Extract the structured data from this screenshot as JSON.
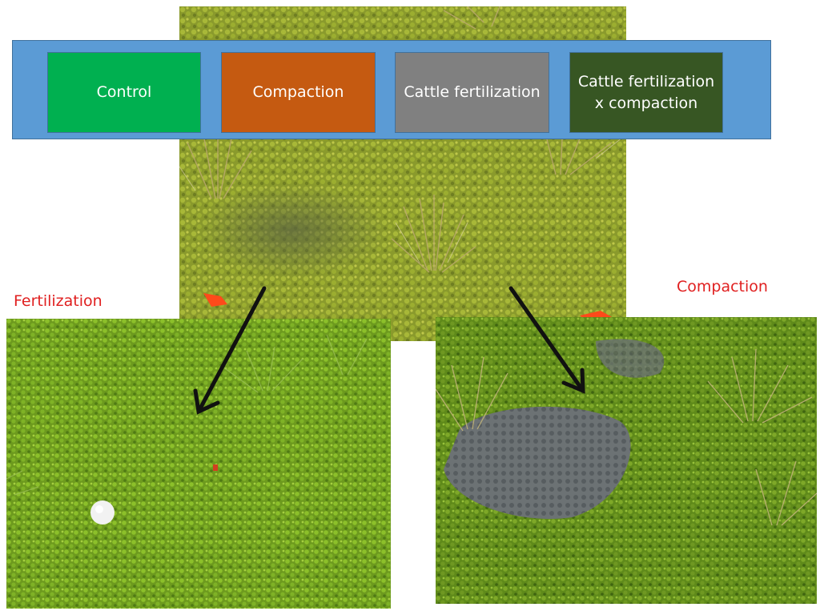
{
  "treatments": {
    "control": "Control",
    "compaction": "Compaction",
    "cattle_fertilization": "Cattle fertilization",
    "cattle_fertilization_compaction_line1": "Cattle fertilization",
    "cattle_fertilization_compaction_line2": "x compaction"
  },
  "captions": {
    "fertilization": "Fertilization",
    "compaction": "Compaction"
  },
  "colors": {
    "bar_bg": "#5b9bd5",
    "control": "#00b050",
    "compaction": "#c55a11",
    "cattle_fertilization": "#808080",
    "cattle_fertilization_compaction": "#375623",
    "caption_text": "#e02020",
    "arrow": "#111111",
    "flag": "#ff4a1a"
  },
  "photos": [
    {
      "name": "top-plot-photo",
      "subject": "moss peatland plot with grass tussocks and orange flags"
    },
    {
      "name": "fertilization-plot-photo",
      "subject": "dense green moss carpet with a white golf ball"
    },
    {
      "name": "compaction-plot-photo",
      "subject": "moss plot with a muddy water-filled depression"
    }
  ]
}
